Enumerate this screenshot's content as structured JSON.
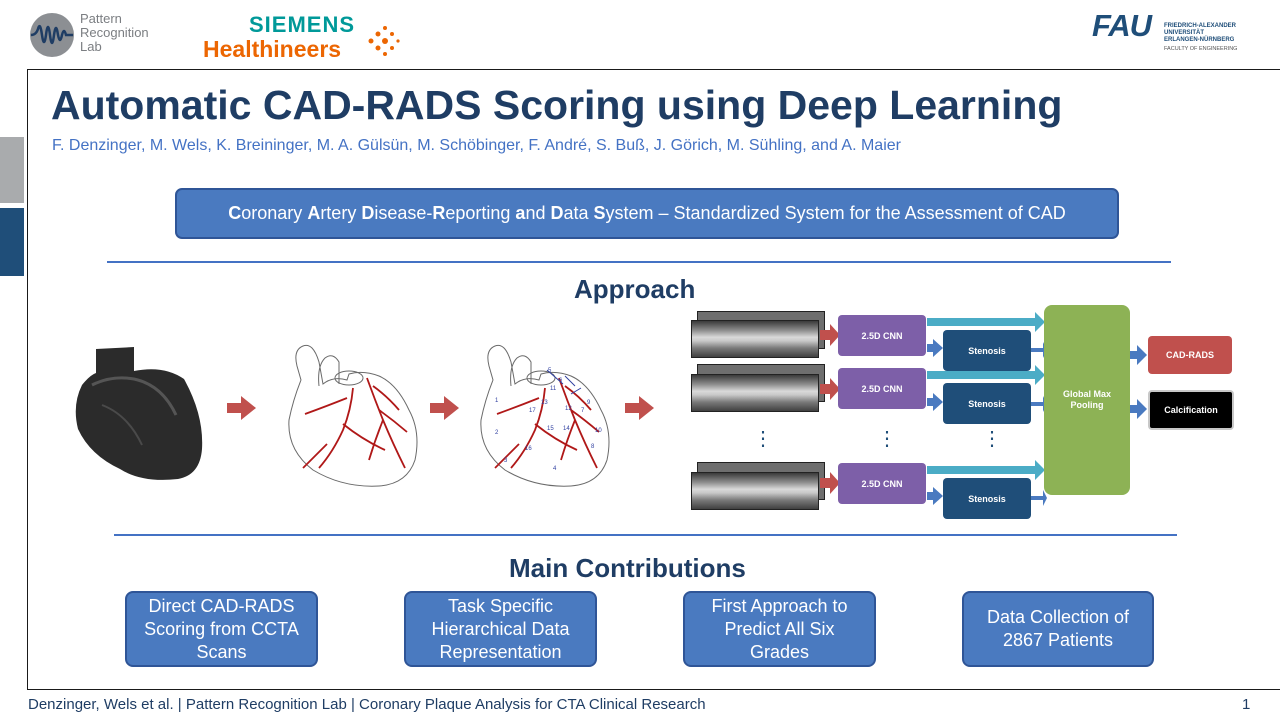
{
  "header": {
    "prl_logo_text": [
      "Pattern",
      "Recognition",
      "Lab"
    ],
    "siemens_top": "SIEMENS",
    "siemens_bottom": "Healthineers",
    "fau_logo": "FAU",
    "fau_text": [
      "FRIEDRICH-ALEXANDER",
      "UNIVERSITÄT",
      "ERLANGEN-NÜRNBERG"
    ],
    "fau_faculty": "FACULTY OF ENGINEERING"
  },
  "title": "Automatic CAD-RADS Scoring using Deep Learning",
  "authors": "F. Denzinger, M. Wels, K. Breininger, M. A. Gülsün, M. Schöbinger, F. André, S. Buß, J. Görich, M. Sühling, and A. Maier",
  "banner": {
    "parts": [
      {
        "t": "C",
        "b": true
      },
      {
        "t": "oronary ",
        "b": false
      },
      {
        "t": "A",
        "b": true
      },
      {
        "t": "rtery ",
        "b": false
      },
      {
        "t": "D",
        "b": true
      },
      {
        "t": "isease-",
        "b": false
      },
      {
        "t": "R",
        "b": true
      },
      {
        "t": "eporting ",
        "b": false
      },
      {
        "t": "a",
        "b": true
      },
      {
        "t": "nd ",
        "b": false
      },
      {
        "t": "D",
        "b": true
      },
      {
        "t": "ata ",
        "b": false
      },
      {
        "t": "S",
        "b": true
      },
      {
        "t": "ystem – Standardized System for the Assessment of CAD",
        "b": false
      }
    ]
  },
  "approach": {
    "title": "Approach",
    "segment_labels": [
      "1",
      "2",
      "3",
      "4",
      "5",
      "6",
      "7",
      "8",
      "9",
      "10",
      "11",
      "12",
      "13",
      "14",
      "15",
      "16",
      "17"
    ],
    "cnn_label": "2.5D CNN",
    "stenosis_label": "Stenosis",
    "pooling_label": "Global Max Pooling",
    "output_1": "CAD-RADS",
    "output_2": "Calcification",
    "ellipsis": "⋮"
  },
  "contributions": {
    "title": "Main Contributions",
    "items": [
      "Direct CAD-RADS Scoring from CCTA Scans",
      "Task Specific Hierarchical Data Representation",
      "First Approach to Predict All Six Grades",
      "Data Collection of 2867 Patients"
    ]
  },
  "footer": {
    "text": "Denzinger, Wels et al. | Pattern Recognition Lab | Coronary Plaque Analysis for CTA Clinical Research",
    "page": "1"
  },
  "colors": {
    "title": "#1f3d64",
    "accent_blue": "#4a7ac0",
    "dark_blue": "#1f4e79",
    "cnn_purple": "#7d5fa8",
    "pooling_green": "#8db255",
    "cad_rads_red": "#c0504d",
    "arrow_red": "#c0504d",
    "arrow_cyan": "#4bacc6"
  },
  "icons": [
    "prl-waveform-logo",
    "siemens-dots-logo",
    "fau-logo",
    "heart-ct-render-icon",
    "heart-outline-icon",
    "heart-segments-icon",
    "ct-scan-strip-icon",
    "red-arrow-icon"
  ]
}
